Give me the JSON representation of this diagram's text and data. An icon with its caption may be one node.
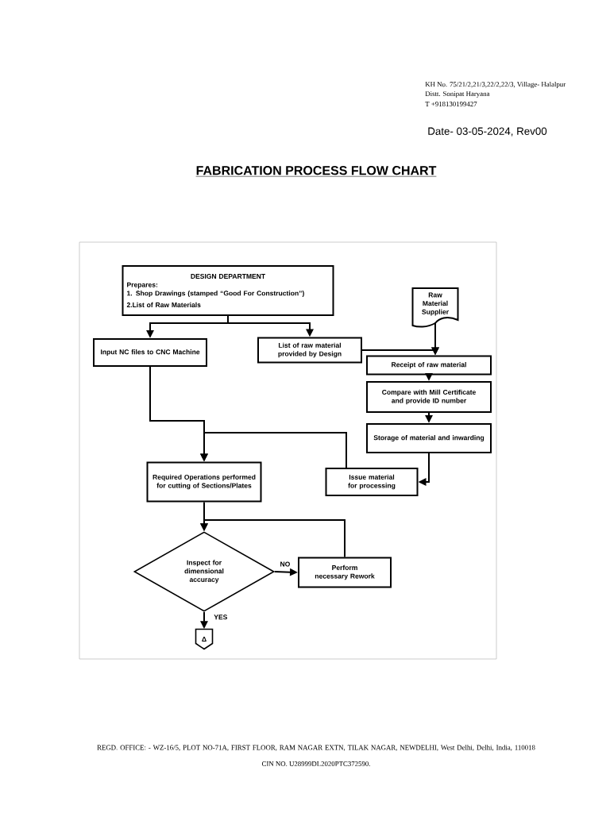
{
  "diagram": {
    "title": "FABRICATION PROCESS FLOW CHART",
    "nodes": [
      {
        "text": [
          "DESIGN DEPARTMENT",
          "Prepares:",
          "1. Shop Drawings (stamped “Good For Construction”)",
          "2.List of Raw Materials"
        ]
      },
      {
        "text": [
          "Input NC files to CNC Machine"
        ]
      },
      {
        "text": [
          "List of raw material provided by Design"
        ]
      },
      {
        "text": [
          "Raw Material Supplier"
        ]
      },
      {
        "text": [
          "Receipt of raw material"
        ]
      },
      {
        "text": [
          "Compare with Mill Certificate and provide ID number"
        ]
      },
      {
        "text": [
          "Storage of material and inwarding"
        ]
      },
      {
        "text": [
          "Issue material for processing"
        ]
      },
      {
        "text": [
          "Required Operations performed for cutting of Sections/Plates"
        ]
      },
      {
        "text": [
          "Inspect for dimensional accuracy"
        ]
      },
      {
        "text": [
          "Perform necessary Rework"
        ]
      },
      {
        "text": [
          "Δ"
        ]
      }
    ],
    "edges": [
      {
        "from": 0,
        "to": 1,
        "arrow": "to"
      },
      {
        "from": 0,
        "to": 2,
        "arrow": "to"
      },
      {
        "from": 2,
        "to": 4,
        "arrow": "to"
      },
      {
        "from": 3,
        "to": 4,
        "arrow": "to"
      },
      {
        "from": 4,
        "to": 5,
        "arrow": "to"
      },
      {
        "from": 5,
        "to": 6,
        "arrow": "to"
      },
      {
        "from": 6,
        "to": 7,
        "arrow": "to"
      },
      {
        "from": 1,
        "to": 8,
        "arrow": "to"
      },
      {
        "from": 7,
        "to": 8,
        "arrow": "to"
      },
      {
        "from": 8,
        "to": 9,
        "arrow": "to"
      },
      {
        "from": 9,
        "to": 10,
        "arrow": "to",
        "label": "NO"
      },
      {
        "from": 10,
        "to": 9,
        "arrow": "to"
      },
      {
        "from": 9,
        "to": 11,
        "arrow": "to",
        "label": "YES"
      }
    ],
    "labels": [
      "KH No. 75/21/2,21/3,22/2,22/3, Village- Halalpur",
      "Distt. Sonipat Haryana",
      "T +918130199427",
      "Date- 03-05-2024, Rev00",
      "REGD. OFFICE: - WZ-16/5, PLOT NO-71A, FIRST FLOOR, RAM NAGAR EXTN, TILAK NAGAR, NEWDELHI, West Delhi, Delhi, India, 110018",
      "CIN NO. U28999DL2020PTC372590."
    ]
  }
}
